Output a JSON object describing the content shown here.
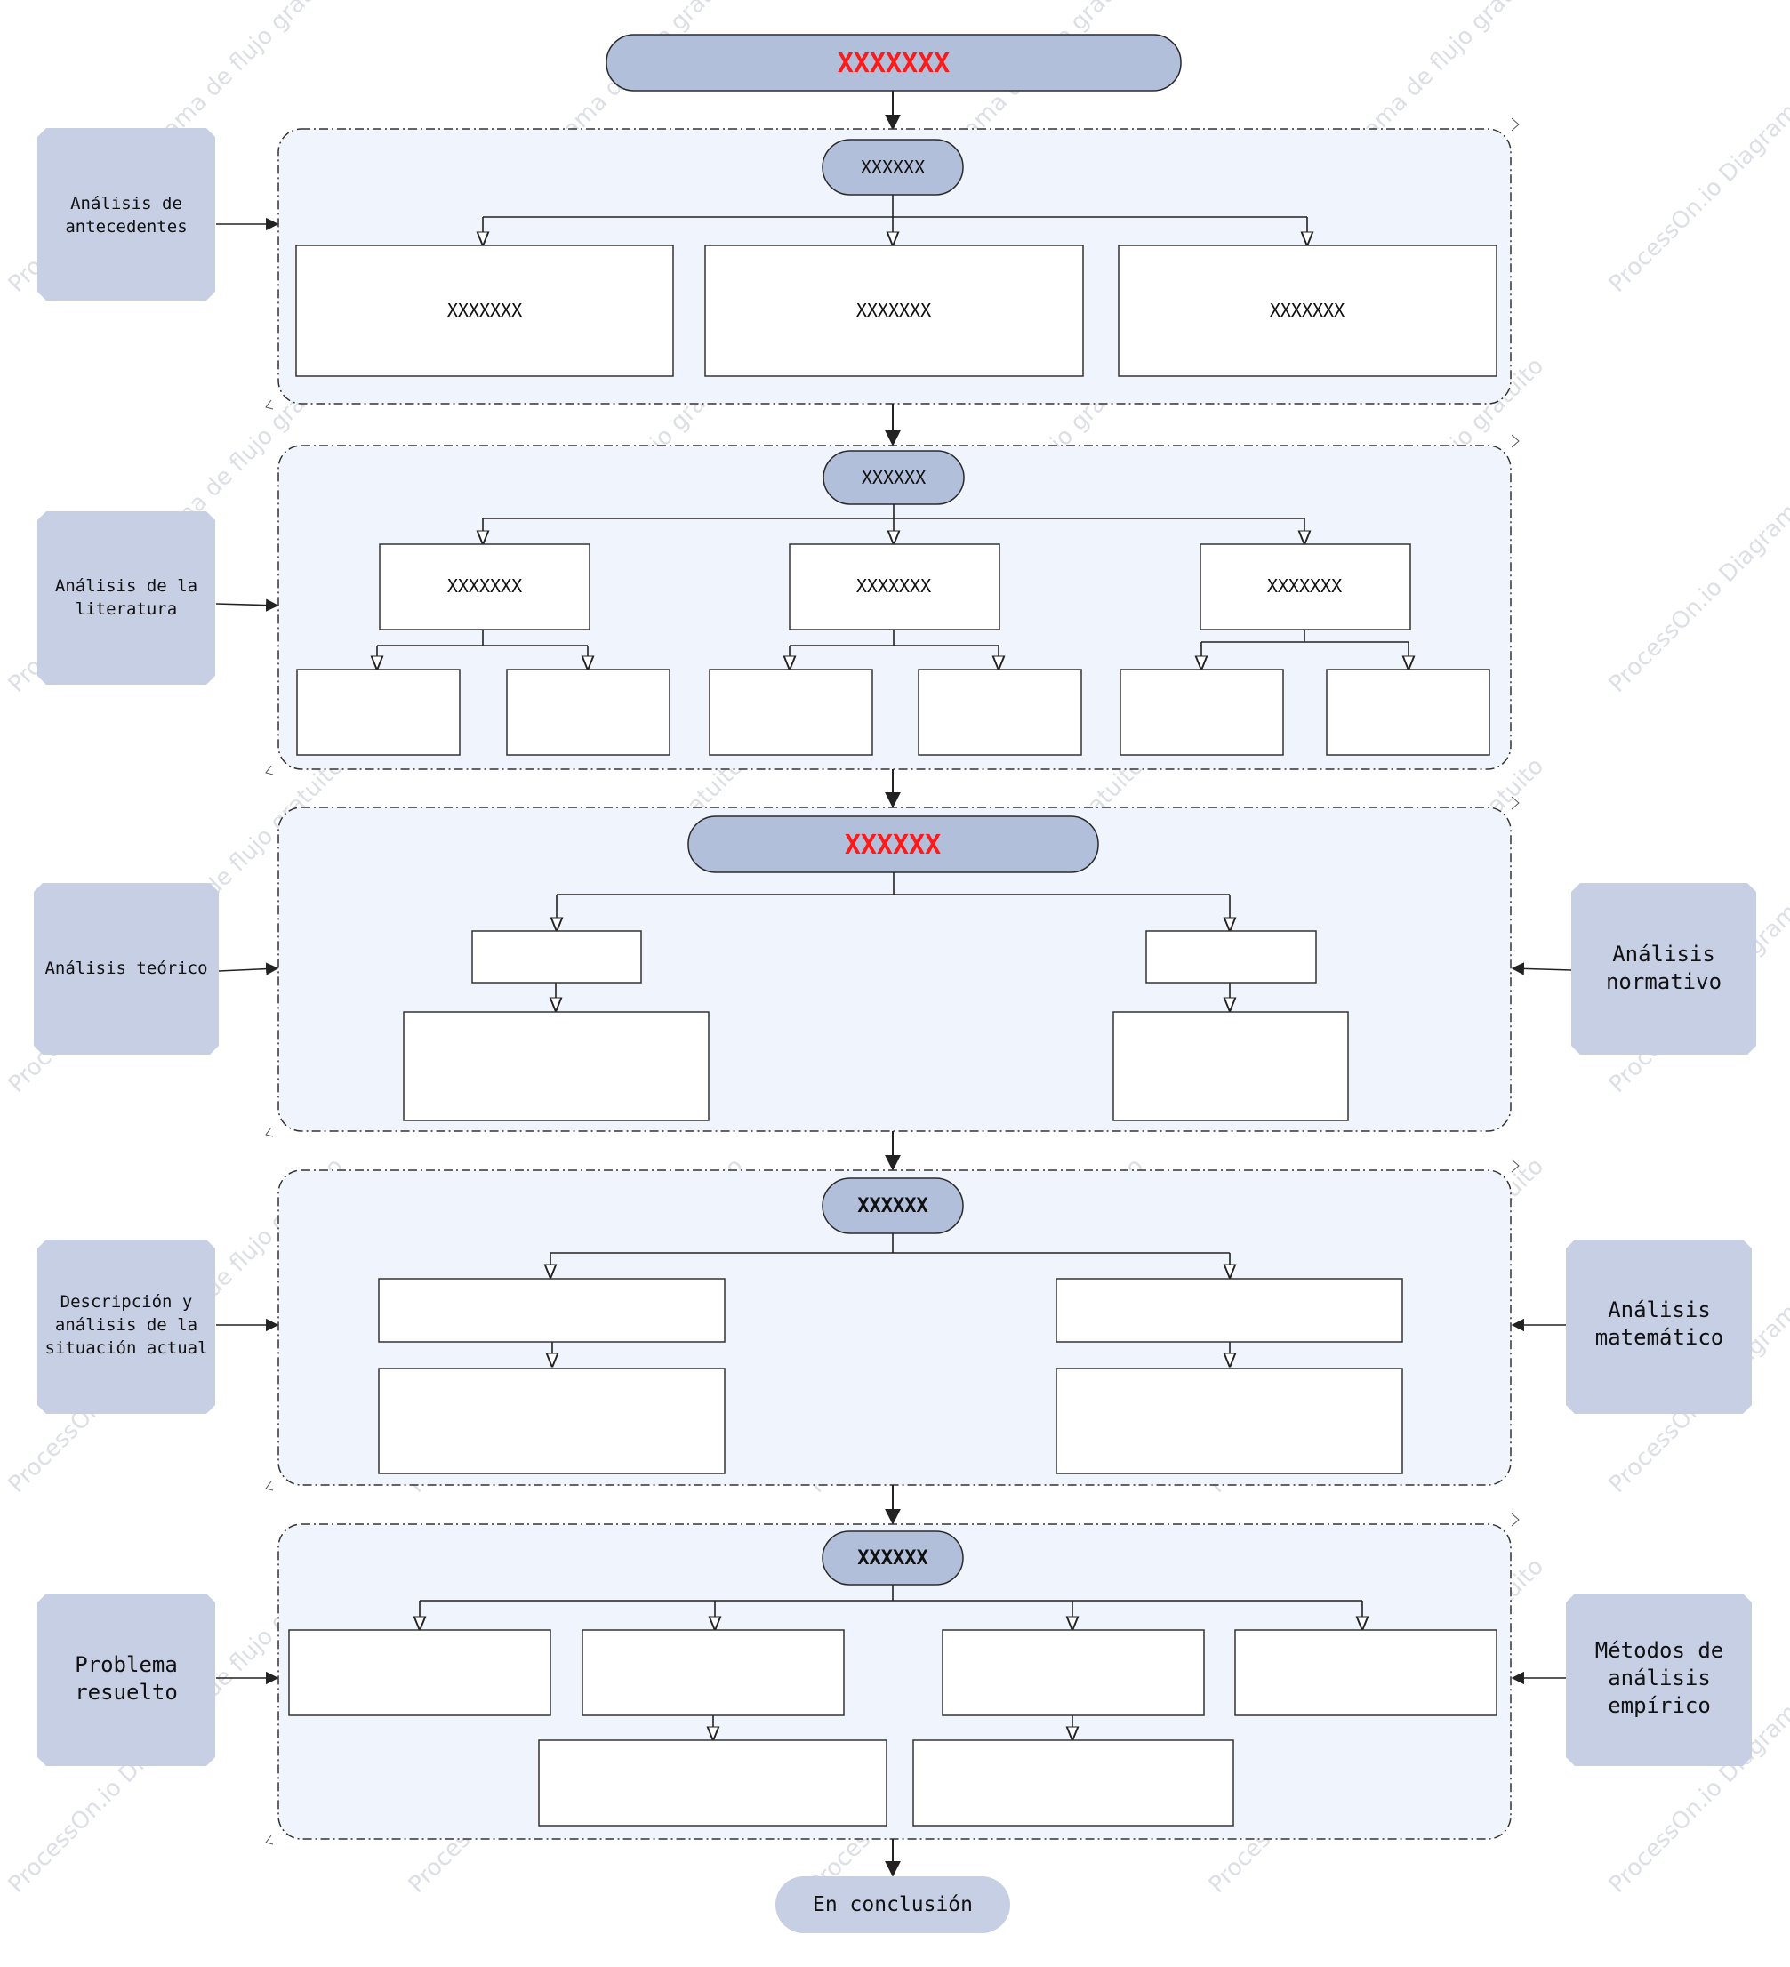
{
  "diagram": {
    "title": "XXXXXXX",
    "sections": [
      {
        "header": "XXXXXX",
        "boxes": [
          "XXXXXXX",
          "XXXXXXX",
          "XXXXXXX"
        ],
        "left_label": [
          "Análisis de",
          "antecedentes"
        ]
      },
      {
        "header": "XXXXXX",
        "boxes": [
          "XXXXXXX",
          "XXXXXXX",
          "XXXXXXX"
        ],
        "left_label": [
          "Análisis de la",
          "literatura"
        ]
      },
      {
        "header": "XXXXXX",
        "left_label": [
          "Análisis teórico"
        ],
        "right_label": [
          "Análisis",
          "normativo"
        ]
      },
      {
        "header": "XXXXXX",
        "left_label": [
          "Descripción y",
          "análisis de la",
          "situación actual"
        ],
        "right_label": [
          "Análisis",
          "matemático"
        ]
      },
      {
        "header": "XXXXXX",
        "left_label": [
          "Problema",
          "resuelto"
        ],
        "right_label": [
          "Métodos de",
          "análisis",
          "empírico"
        ]
      }
    ],
    "conclusion": "En conclusión",
    "watermark": "ProcessOn.io Diagrama de flujo gratuito",
    "colors": {
      "pill_fill": "#b2bfda",
      "side_fill": "#c6cfe3",
      "container_fill": "#f0f4fc",
      "title_text": "#ff1a1a"
    }
  }
}
